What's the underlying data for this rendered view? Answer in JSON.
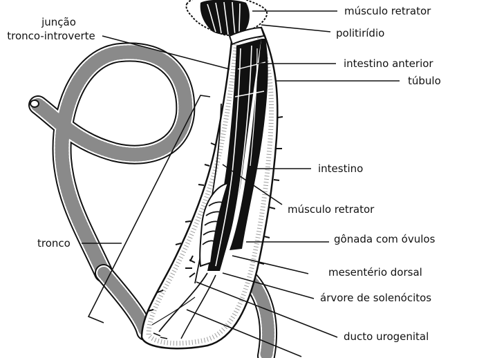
{
  "figure": {
    "labels": {
      "retractor_top": "músculo retrator",
      "polytirid": "politirídio",
      "trunk_introvert_junction_line1": "junção",
      "trunk_introvert_junction_line2": "tronco-introverte",
      "anterior_intestine": "intestino anterior",
      "tubule": "túbulo",
      "intestine": "intestino",
      "retractor_middle": "músculo retrator",
      "trunk": "tronco",
      "gonad_with_ova": "gônada com óvulos",
      "dorsal_mesentery": "mesentério dorsal",
      "solenocyte_tree": "árvore de solenócitos",
      "urogenital_duct": "ducto urogenital"
    },
    "colors": {
      "ink": "#111111",
      "paper": "#ffffff"
    }
  }
}
